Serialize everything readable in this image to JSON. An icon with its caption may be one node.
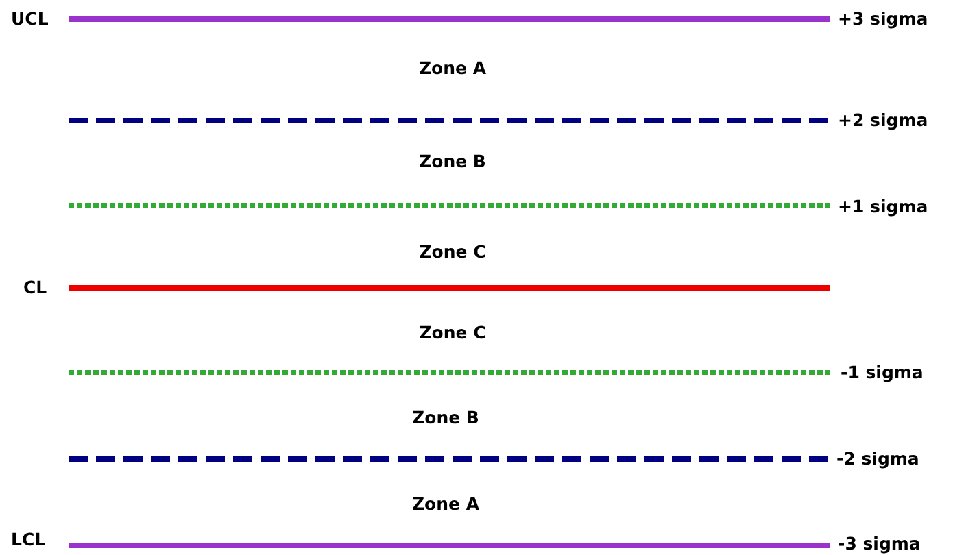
{
  "diagram": {
    "labels": [
      "UCL",
      "+3 sigma",
      "Zone A",
      "+2 sigma",
      "Zone B",
      "+1 sigma",
      "Zone C",
      "CL",
      "Zone C",
      "-1 sigma",
      "Zone B",
      "-2 sigma",
      "Zone A",
      "LCL",
      "-3 sigma"
    ]
  }
}
